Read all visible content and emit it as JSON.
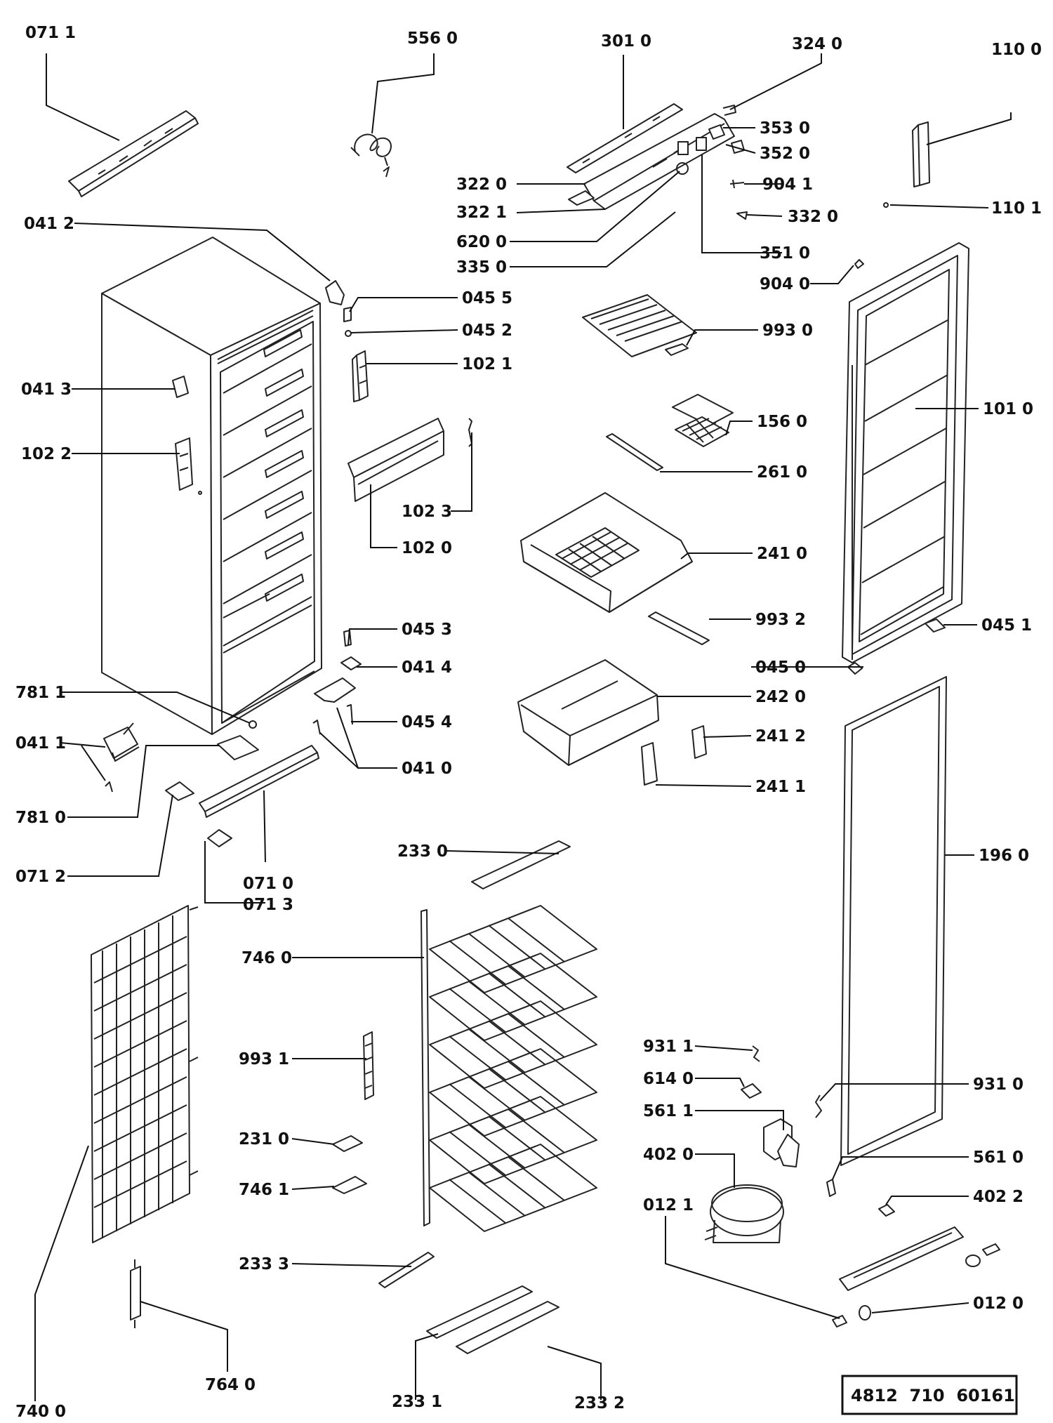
{
  "labels": {
    "l0711": "071 1",
    "l5560": "556 0",
    "l3010": "301 0",
    "l3240": "324 0",
    "l1100": "110 0",
    "l3530": "353 0",
    "l3520": "352 0",
    "l3220": "322 0",
    "l9041": "904 1",
    "l3221": "322 1",
    "l1101": "110 1",
    "l3320": "332 0",
    "l0412": "041 2",
    "l6200": "620 0",
    "l3510": "351 0",
    "l3350": "335 0",
    "l9040": "904 0",
    "l0455": "045 5",
    "l0452": "045 2",
    "l9930": "993 0",
    "l1021": "102 1",
    "l0413": "041 3",
    "l1010": "101 0",
    "l1560": "156 0",
    "l1022": "102 2",
    "l2610": "261 0",
    "l1023": "102 3",
    "l1020": "102 0",
    "l2410": "241 0",
    "l0453": "045 3",
    "l9932": "993 2",
    "l0451": "045 1",
    "l0414": "041 4",
    "l0450": "045 0",
    "l7811": "781 1",
    "l2420": "242 0",
    "l0454": "045 4",
    "l0411": "041 1",
    "l2412": "241 2",
    "l0410": "041 0",
    "l2411": "241 1",
    "l7810": "781 0",
    "l0712": "071 2",
    "l0710": "071 0",
    "l0713": "071 3",
    "l2330": "233 0",
    "l1960": "196 0",
    "l7460": "746 0",
    "l9931": "993 1",
    "l9311": "931 1",
    "l6140": "614 0",
    "l9310": "931 0",
    "l5611": "561 1",
    "l2310": "231 0",
    "l4020": "402 0",
    "l5610": "561 0",
    "l7461": "746 1",
    "l4022": "402 2",
    "l0121": "012 1",
    "l2333": "233 3",
    "l0120": "012 0",
    "l7400": "740 0",
    "l7640": "764 0",
    "l2331": "233 1",
    "l2332": "233 2"
  },
  "drawing_code": "4812  710  60161"
}
